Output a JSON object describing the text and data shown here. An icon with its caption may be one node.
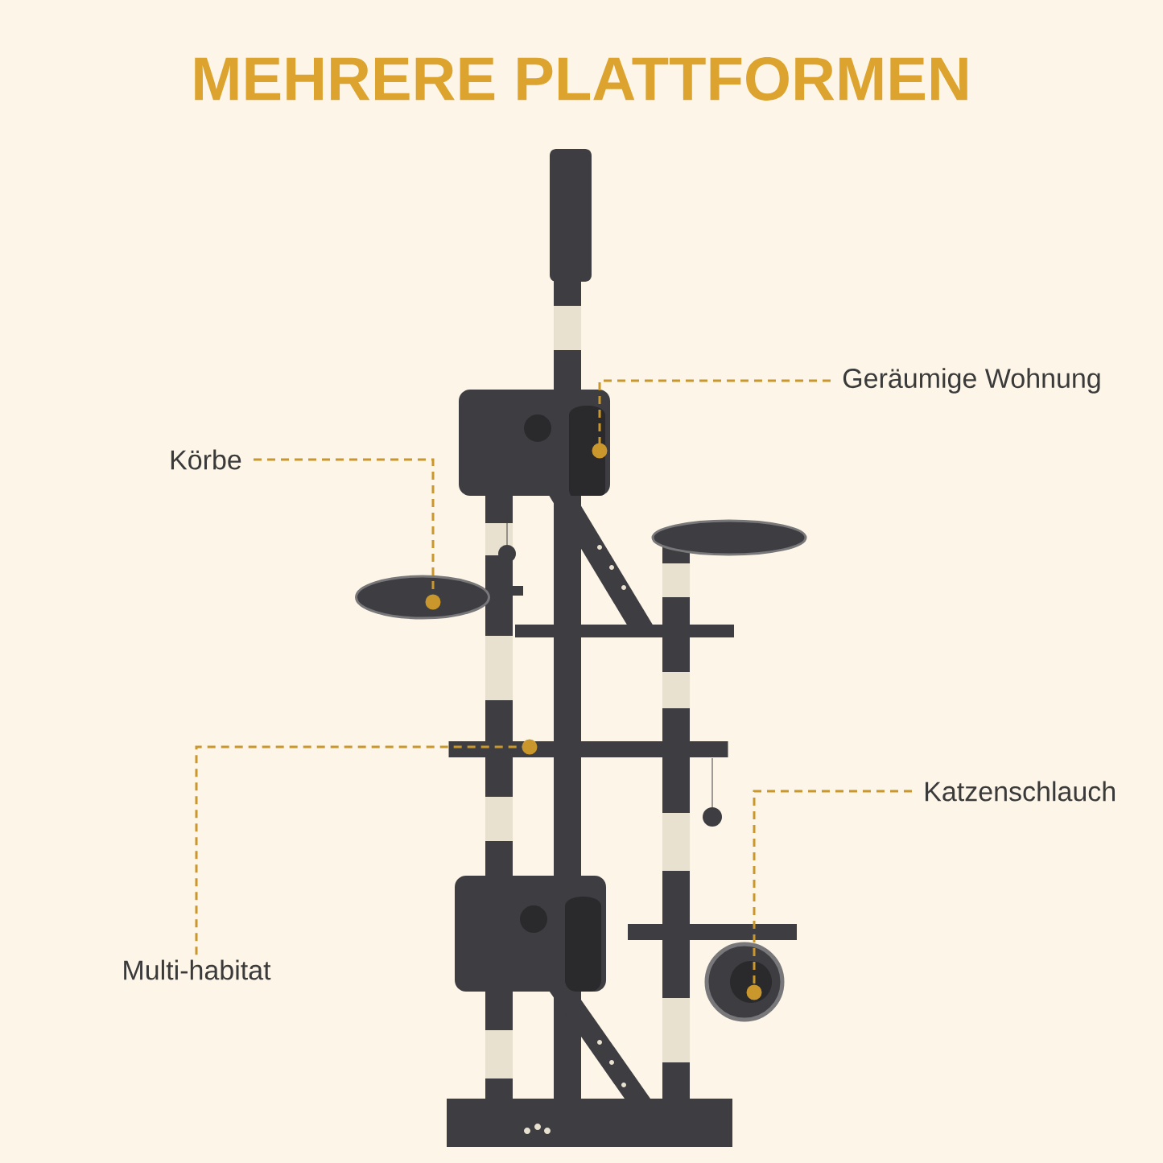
{
  "diagram": {
    "title": "MEHRERE PLATTFORMEN",
    "nodes": [
      {
        "text": [
          "Geräumige Wohnung"
        ]
      },
      {
        "text": [
          "Körbe"
        ]
      },
      {
        "text": [
          "Multi-habitat"
        ]
      },
      {
        "text": [
          "Katzenschlauch"
        ]
      },
      {
        "text": [],
        "shape": "box"
      },
      {
        "text": [],
        "shape": "ellipse"
      },
      {
        "text": [],
        "shape": "bar"
      },
      {
        "text": [],
        "shape": "circle"
      },
      {
        "text": [],
        "shape": "ellipse"
      },
      {
        "text": [],
        "shape": "bar"
      },
      {
        "text": [],
        "shape": "box"
      },
      {
        "text": [],
        "shape": "bar"
      }
    ],
    "edges": [
      {
        "from": 0,
        "to": 4,
        "arrow": "other"
      },
      {
        "from": 1,
        "to": 5,
        "arrow": "other"
      },
      {
        "from": 2,
        "to": 6,
        "arrow": "other"
      },
      {
        "from": 3,
        "to": 7,
        "arrow": "other"
      }
    ]
  }
}
